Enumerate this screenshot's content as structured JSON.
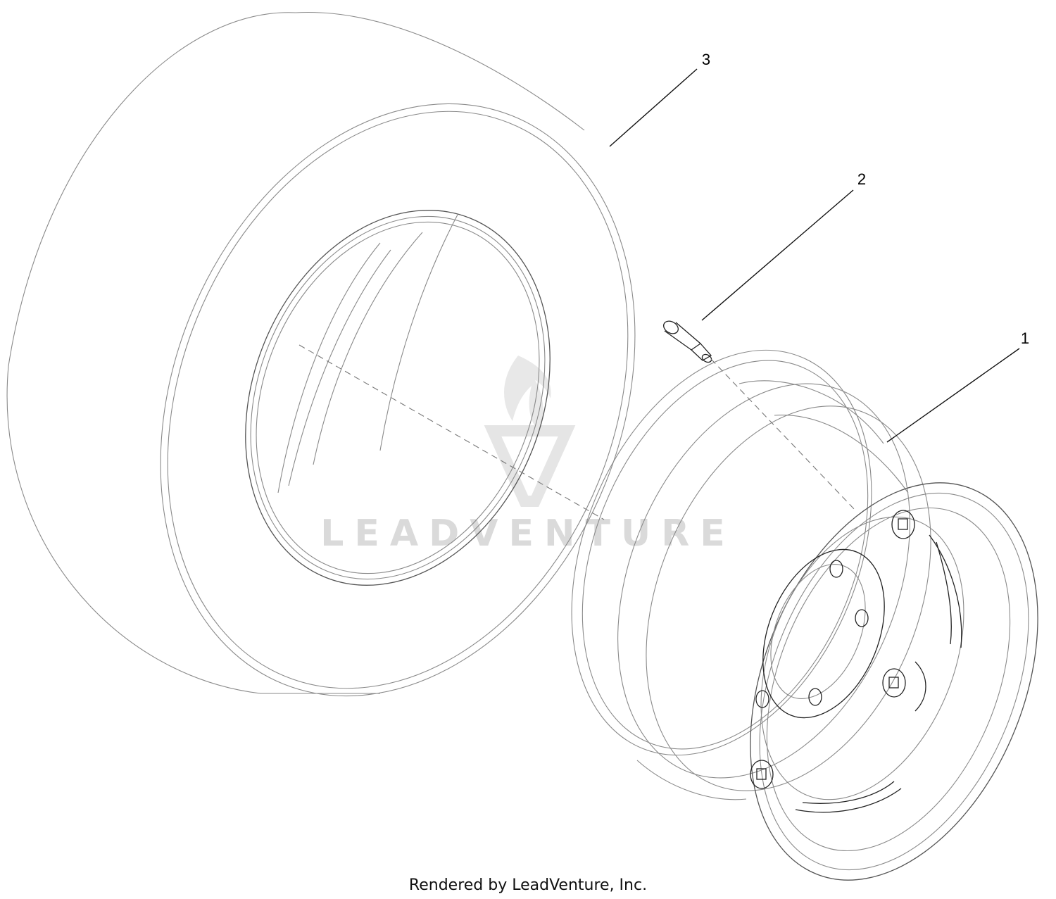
{
  "callouts": [
    {
      "number": "3",
      "part": "tire"
    },
    {
      "number": "2",
      "part": "valve-stem"
    },
    {
      "number": "1",
      "part": "wheel-rim"
    }
  ],
  "watermark": {
    "text": "LEADVENTURE"
  },
  "footer": {
    "text": "Rendered by LeadVenture, Inc."
  }
}
